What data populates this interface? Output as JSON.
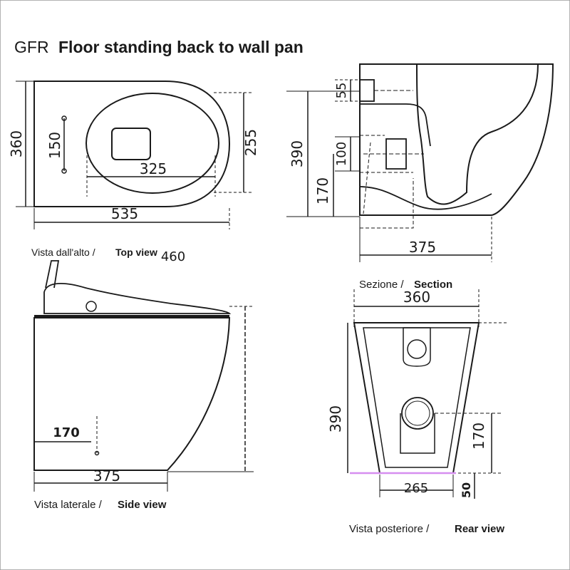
{
  "title": {
    "code": "GFR",
    "text": "Floor standing back to wall pan"
  },
  "top_view": {
    "caption_it": "Vista dall'alto /",
    "caption_en": "Top view",
    "dim_total_depth": "360",
    "dim_hole_spacing": "150",
    "dim_inner_length": "325",
    "dim_bowl_width": "255",
    "dim_total_length": "535"
  },
  "section_view": {
    "dim_top_inlet": "55",
    "dim_outlet_height": "390",
    "dim_outlet_size": "100",
    "dim_outlet_from_floor": "170",
    "dim_base_length": "375"
  },
  "side_view": {
    "caption_it": "Vista laterale /",
    "caption_en": "Side view",
    "dim_height": "460",
    "dim_inlet_offset": "170",
    "dim_base_length": "375"
  },
  "rear_view": {
    "caption_section_it": "Sezione /",
    "caption_section_en": "Section",
    "caption_it": "Vista posteriore /",
    "caption_en": "Rear view",
    "dim_top_width": "360",
    "dim_height": "390",
    "dim_outlet_height": "170",
    "dim_base_width": "265",
    "dim_base_height": "50"
  },
  "colors": {
    "line": "#1a1a1a",
    "dimension_line": "#222222",
    "base_accent": "#d68ef0"
  }
}
